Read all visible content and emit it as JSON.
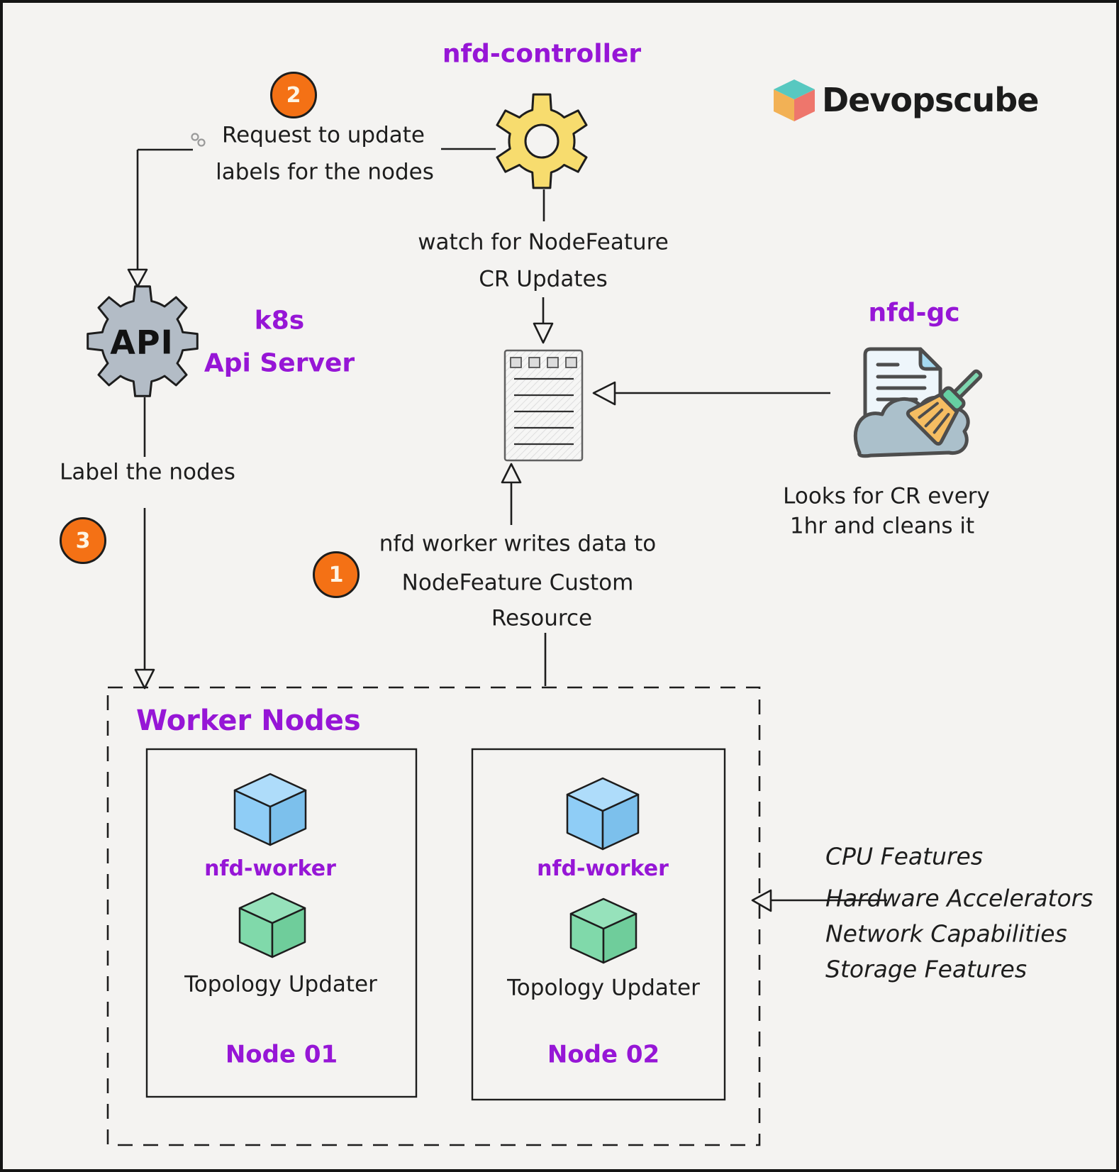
{
  "colors": {
    "background": "#f4f3f1",
    "ink": "#1d1d1d",
    "purple": "#9616d6",
    "orange": "#f47115",
    "gear_yellow": "#f7dc6e",
    "gear_gray": "#b3bcc6",
    "cube_blue_top": "#aedcfa",
    "cube_blue_left": "#8fcdf6",
    "cube_blue_right": "#7cc0ec",
    "cube_green_top": "#96e2bb",
    "cube_green_left": "#80d9aa",
    "cube_green_right": "#6fcd9b",
    "logo_teal": "#57c8c0",
    "logo_yellow": "#f2b155",
    "logo_red": "#ee766c",
    "gc_outline": "#4d4d4d",
    "gc_paper": "#eef6fb",
    "gc_fold": "#a5d9f0",
    "gc_cloud": "#abc0cb",
    "gc_handle": "#7fd7b0",
    "gc_ferrule": "#66cfa2",
    "gc_brush": "#f5bd62"
  },
  "logo": {
    "text": "Devopscube",
    "icon": "logo-cube-icon"
  },
  "controller": {
    "title": "nfd-controller",
    "icon": "controller-gear-icon"
  },
  "api_server": {
    "gear_text": "API",
    "label_line1": "k8s",
    "label_line2": "Api Server",
    "icon": "api-server-gear-icon"
  },
  "watch_note": [
    "watch for NodeFeature",
    "CR Updates"
  ],
  "custom_resource": {
    "icon": "node-feature-cr-document-icon"
  },
  "nfd_gc": {
    "title": "nfd-gc",
    "icon": "document-broom-cleaner-icon",
    "description": [
      "Looks for CR every",
      "1hr and cleans it"
    ]
  },
  "steps": {
    "step1": {
      "number": "1",
      "text": [
        "nfd worker writes data to",
        "NodeFeature Custom",
        "Resource"
      ]
    },
    "step2": {
      "number": "2",
      "text": [
        "Request to update",
        "labels for the nodes"
      ]
    },
    "step3": {
      "number": "3",
      "text": "Label the nodes"
    }
  },
  "worker_nodes": {
    "title": "Worker Nodes",
    "nodes": [
      {
        "worker_label": "nfd-worker",
        "worker_icon": "blue-cube-icon",
        "updater_label": "Topology Updater",
        "updater_icon": "green-cube-icon",
        "name": "Node 01"
      },
      {
        "worker_label": "nfd-worker",
        "worker_icon": "blue-cube-icon",
        "updater_label": "Topology Updater",
        "updater_icon": "green-cube-icon",
        "name": "Node 02"
      }
    ]
  },
  "features": [
    "CPU Features",
    "Hardware Accelerators",
    "Network Capabilities",
    "Storage Features"
  ]
}
